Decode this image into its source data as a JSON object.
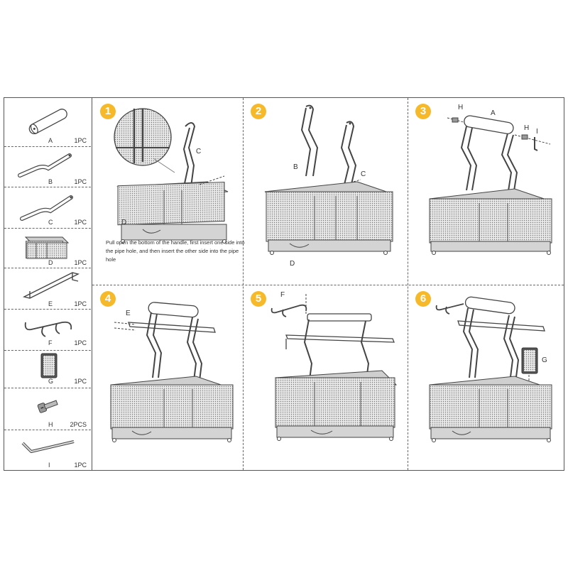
{
  "parts": [
    {
      "letter": "A",
      "qty": "1PC",
      "icon": "tube-icon"
    },
    {
      "letter": "B",
      "qty": "1PC",
      "icon": "handle-b-icon"
    },
    {
      "letter": "C",
      "qty": "1PC",
      "icon": "handle-c-icon"
    },
    {
      "letter": "D",
      "qty": "1PC",
      "icon": "basket-icon"
    },
    {
      "letter": "E",
      "qty": "1PC",
      "icon": "hanger-rack-icon"
    },
    {
      "letter": "F",
      "qty": "1PC",
      "icon": "double-hook-icon"
    },
    {
      "letter": "G",
      "qty": "1PC",
      "icon": "mesh-pad-icon"
    },
    {
      "letter": "H",
      "qty": "2PCS",
      "icon": "screw-icon"
    },
    {
      "letter": "I",
      "qty": "1PC",
      "icon": "hex-key-icon"
    }
  ],
  "steps": [
    {
      "number": "1",
      "labels": [
        "C",
        "D"
      ],
      "note": "Pull open the bottom of the handle, first insert one side into the pipe hole, and then insert the other side into the pipe hole"
    },
    {
      "number": "2",
      "labels": [
        "B",
        "C",
        "D"
      ]
    },
    {
      "number": "3",
      "labels": [
        "H",
        "A",
        "H",
        "I"
      ]
    },
    {
      "number": "4",
      "labels": [
        "E"
      ]
    },
    {
      "number": "5",
      "labels": [
        "F"
      ]
    },
    {
      "number": "6",
      "labels": [
        "G"
      ]
    }
  ],
  "colors": {
    "badge": "#f5b92a",
    "line": "#555555"
  }
}
